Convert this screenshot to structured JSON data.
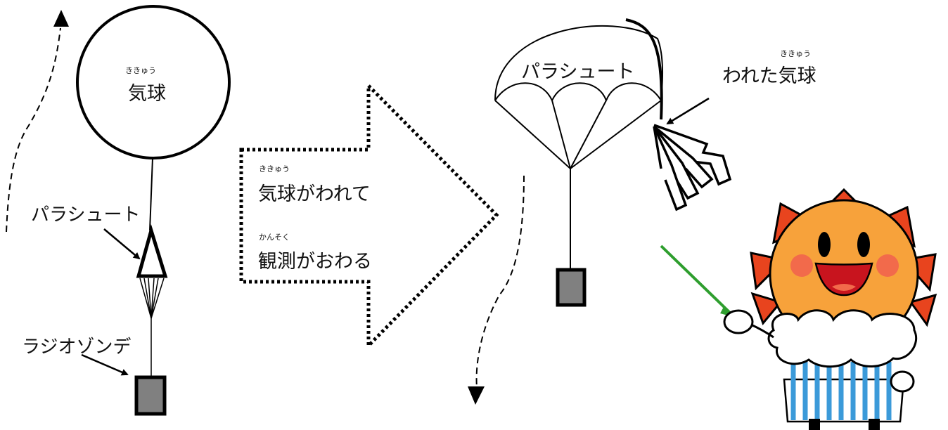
{
  "labels": {
    "balloon": "気球",
    "balloon_ruby": "ききゅう",
    "parachute_left": "パラシュート",
    "radiosonde": "ラジオゾンデ",
    "arrow_line1": "気球がわれて",
    "arrow_line1_ruby": "ききゅう",
    "arrow_line2": "観測がおわる",
    "arrow_line2_ruby": "かんそく",
    "parachute_right": "パラシュート",
    "burst_balloon": "われた気球",
    "burst_balloon_ruby": "ききゅう"
  },
  "colors": {
    "line": "#000000",
    "radiosonde_fill": "#808080",
    "pointer_stick": "#2e9e2e",
    "sun_face": "#f7a23b",
    "sun_rays": "#e8441e",
    "cheeks": "#f26a4b",
    "mouth": "#c8141e",
    "apron_stripes": "#3b9ad9"
  },
  "icons": {
    "mascot": "sun-character-icon"
  }
}
